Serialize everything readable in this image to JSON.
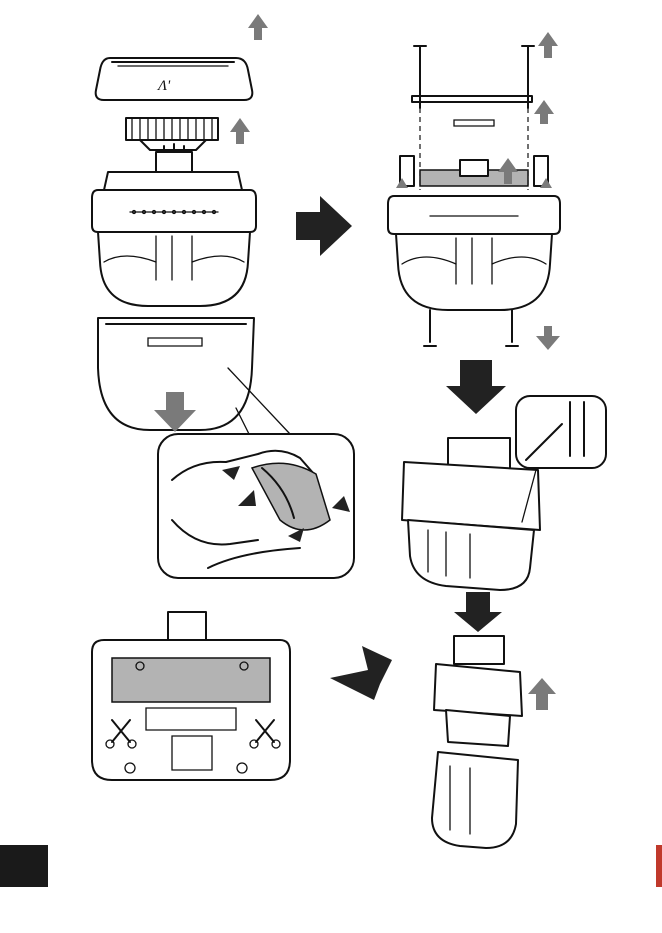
{
  "diagram": {
    "logo_text": "Λ'",
    "colors": {
      "outline": "#111111",
      "gray_part": "#b3b3b3",
      "move_arrow": "#7a7a7a",
      "step_arrow": "#222222",
      "page_tab": "#1a1a1a",
      "edge_marker": "#c0392b"
    },
    "icons": [
      "screwdriver-icon",
      "cutting-scissors-icon",
      "removal-arrow-icon",
      "step-arrow-icon"
    ],
    "steps": [
      {
        "id": "remove-cap-blade-and-frame"
      },
      {
        "id": "remove-pins-plate-and-screws"
      },
      {
        "id": "pry-open-housing"
      },
      {
        "id": "lift-out-inner-unit"
      },
      {
        "id": "cut-battery-wires"
      }
    ]
  }
}
